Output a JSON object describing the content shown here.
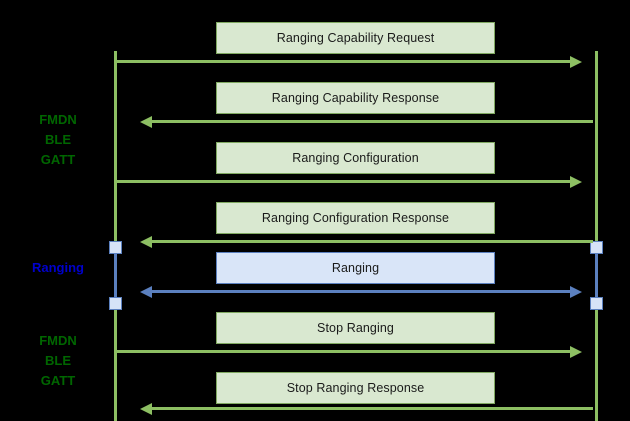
{
  "diagram": {
    "type": "sequence-diagram",
    "background_color": "#000000",
    "colors": {
      "green_line": "#8DBF63",
      "green_box_fill": "#D9E8D0",
      "green_box_border": "#7FA860",
      "green_label_text": "#006600",
      "blue_line": "#5B80BF",
      "blue_box_fill": "#D9E5F8",
      "blue_box_border": "#5B80BF",
      "blue_label_text": "#0000CC",
      "activation_node_fill": "#D6E3F7"
    },
    "lifelines": [
      {
        "id": "left",
        "name": "left-lifeline"
      },
      {
        "id": "right",
        "name": "right-lifeline"
      }
    ],
    "phase_labels": [
      {
        "id": "phase-fmdn-top",
        "text": "FMDN\nBLE\nGATT",
        "color": "green"
      },
      {
        "id": "phase-ranging",
        "text": "Ranging",
        "color": "blue"
      },
      {
        "id": "phase-fmdn-bottom",
        "text": "FMDN\nBLE\nGATT",
        "color": "green"
      }
    ],
    "messages": [
      {
        "id": "msg-1",
        "label": "Ranging Capability Request",
        "direction": "right",
        "color": "green"
      },
      {
        "id": "msg-2",
        "label": "Ranging Capability Response",
        "direction": "left",
        "color": "green"
      },
      {
        "id": "msg-3",
        "label": "Ranging Configuration",
        "direction": "right",
        "color": "green"
      },
      {
        "id": "msg-4",
        "label": "Ranging Configuration Response",
        "direction": "left",
        "color": "green"
      },
      {
        "id": "msg-5",
        "label": "Ranging",
        "direction": "both",
        "color": "blue"
      },
      {
        "id": "msg-6",
        "label": "Stop Ranging",
        "direction": "right",
        "color": "green"
      },
      {
        "id": "msg-7",
        "label": "Stop Ranging Response",
        "direction": "left",
        "color": "green"
      }
    ]
  }
}
